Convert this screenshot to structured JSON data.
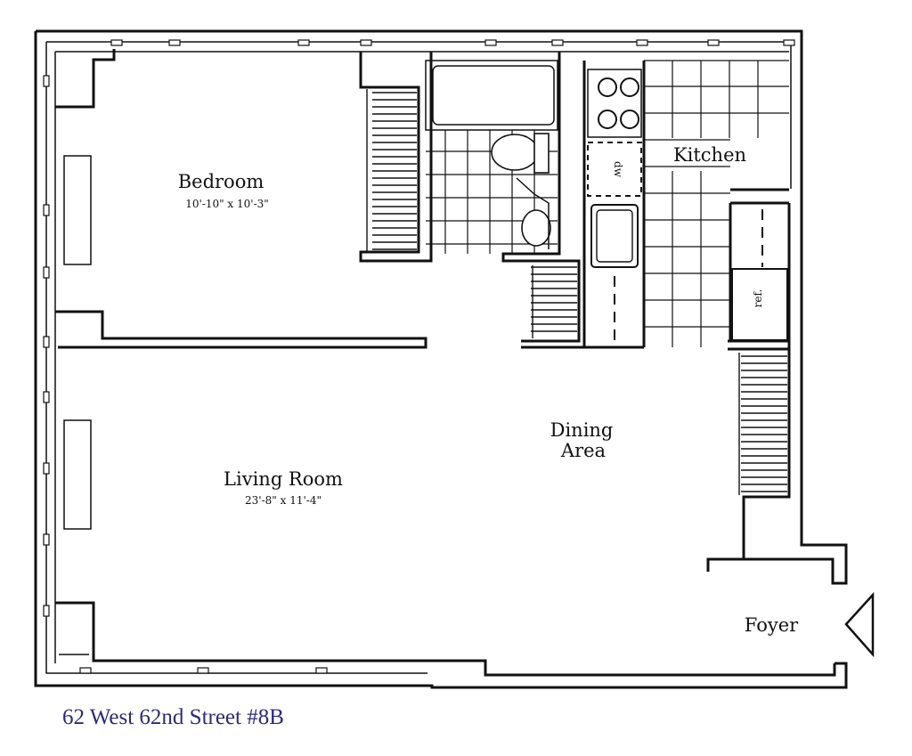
{
  "rooms": {
    "bedroom": {
      "name": "Bedroom",
      "dimensions": "10'-10\" x 10'-3\""
    },
    "living_room": {
      "name": "Living Room",
      "dimensions": "23'-8\" x 11'-4\""
    },
    "kitchen": {
      "name": "Kitchen"
    },
    "dining_area": {
      "name_line1": "Dining",
      "name_line2": "Area"
    },
    "foyer": {
      "name": "Foyer"
    }
  },
  "fixtures": {
    "dishwasher": "dw",
    "refrigerator": "ref."
  },
  "caption": "62 West 62nd Street #8B",
  "colors": {
    "caption": "#2e2a78",
    "lines": "#111111"
  }
}
